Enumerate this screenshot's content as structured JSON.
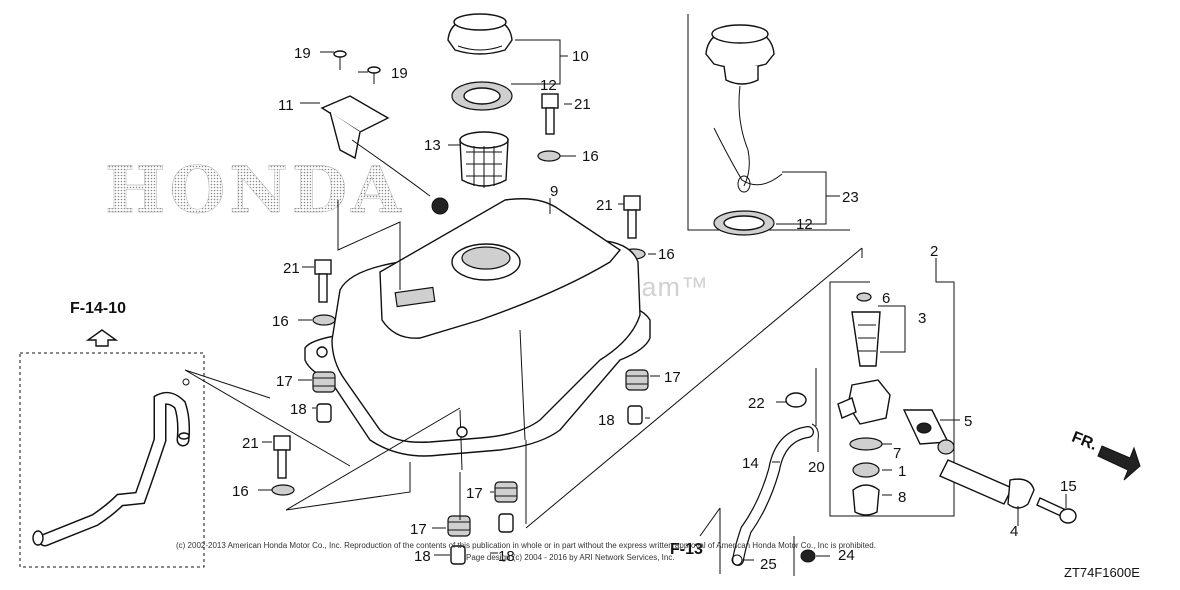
{
  "brand": "HONDA",
  "watermark": "ARI PartStream™",
  "diagram_code": "ZT74F1600E",
  "copyright_line1": "(c) 2002-2013 American Honda Motor Co., Inc. Reproduction of the contents of this publication in whole or in part without the express written approval of American Honda Motor Co., Inc is prohibited.",
  "copyright_line2": "Page design (c) 2004 - 2016 by ARI Network Services, Inc.",
  "refs": {
    "f14_10": "F-14-10",
    "f13": "F-13",
    "front": "FR."
  },
  "callouts": {
    "c1": "1",
    "c2": "2",
    "c3": "3",
    "c4": "4",
    "c5": "5",
    "c6": "6",
    "c7": "7",
    "c8": "8",
    "c9": "9",
    "c10": "10",
    "c11": "11",
    "c12a": "12",
    "c12b": "12",
    "c13": "13",
    "c14": "14",
    "c15": "15",
    "c16a": "16",
    "c16b": "16",
    "c16c": "16",
    "c16d": "16",
    "c17a": "17",
    "c17b": "17",
    "c17c": "17",
    "c17d": "17",
    "c18a": "18",
    "c18b": "18",
    "c18c": "18",
    "c18d": "18",
    "c19a": "19",
    "c19b": "19",
    "c20": "20",
    "c21a": "21",
    "c21b": "21",
    "c21c": "21",
    "c21d": "21",
    "c22": "22",
    "c23": "23",
    "c24": "24",
    "c25": "25"
  }
}
